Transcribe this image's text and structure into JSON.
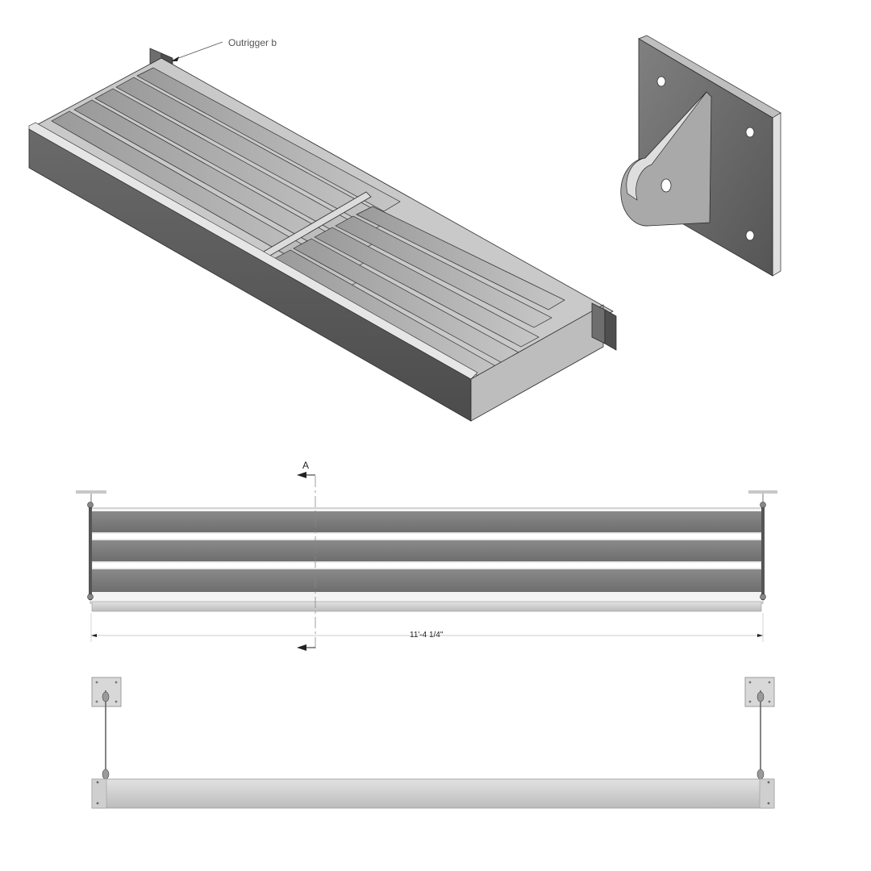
{
  "callout": {
    "text": "Outrigger b"
  },
  "section_marker": {
    "label": "A"
  },
  "dimension": {
    "overall_length": "11'-4 1/4\""
  },
  "colors": {
    "dark_steel": "#5a5a5a",
    "mid_steel": "#8c8c8c",
    "light_steel": "#b4b4b4",
    "highlight": "#d8d8d8",
    "line": "#2b2b2b"
  }
}
